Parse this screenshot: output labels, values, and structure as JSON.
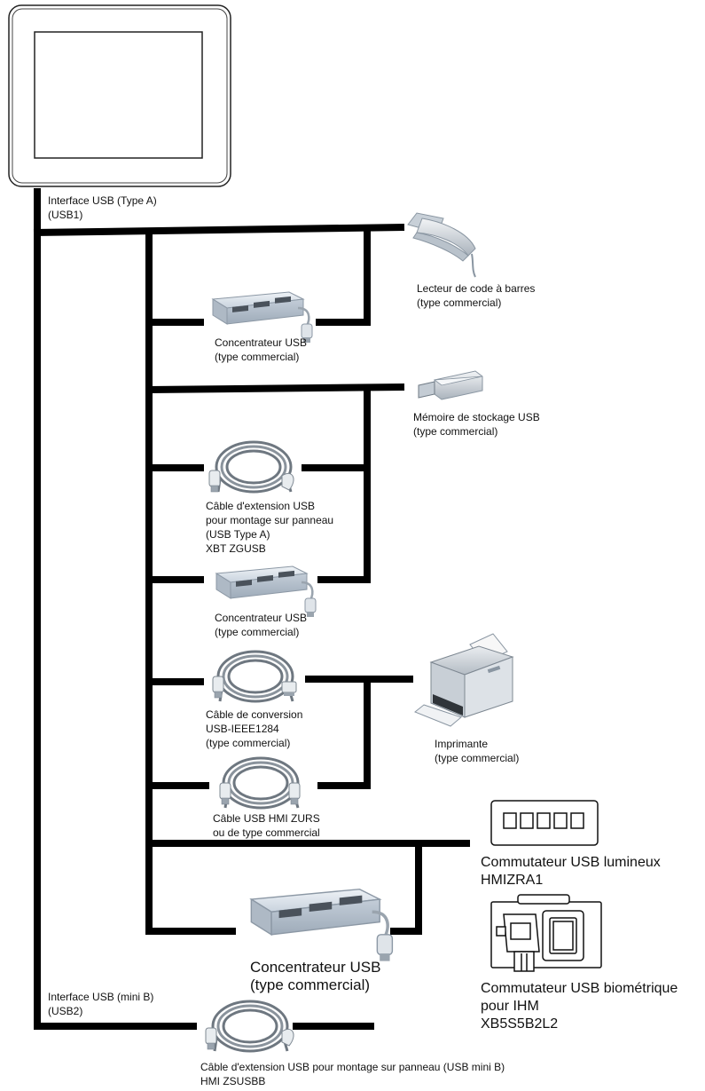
{
  "interfaces": {
    "usb1": [
      "Interface USB (Type A)",
      "(USB1)"
    ],
    "usb2": [
      "Interface USB (mini B)",
      "(USB2)"
    ]
  },
  "devices": {
    "barcode_reader": [
      "Lecteur de code à barres",
      "(type commercial)"
    ],
    "hub_1": [
      "Concentrateur USB",
      "(type commercial)"
    ],
    "storage": [
      "Mémoire de stockage USB",
      "(type commercial)"
    ],
    "ext_cable_a": [
      "Câble d'extension USB",
      "pour montage sur panneau",
      "(USB Type A)",
      "XBT ZGUSB"
    ],
    "hub_2": [
      "Concentrateur USB",
      "(type commercial)"
    ],
    "conv_cable": [
      "Câble de conversion",
      "USB-IEEE1284",
      "(type commercial)"
    ],
    "printer": [
      "Imprimante",
      "(type commercial)"
    ],
    "usb_cable": [
      "Câble USB HMI ZURS",
      "ou de type commercial"
    ],
    "illuminated_switch": [
      "Commutateur USB lumineux",
      "HMIZRA1"
    ],
    "hub_3": [
      "Concentrateur USB",
      "(type commercial)"
    ],
    "biometric_switch": [
      "Commutateur USB biométrique",
      "pour IHM",
      "XB5S5B2L2"
    ],
    "ext_cable_minib": [
      "Câble d'extension USB pour montage sur panneau (USB mini B)",
      "HMI ZSUSBB"
    ]
  }
}
